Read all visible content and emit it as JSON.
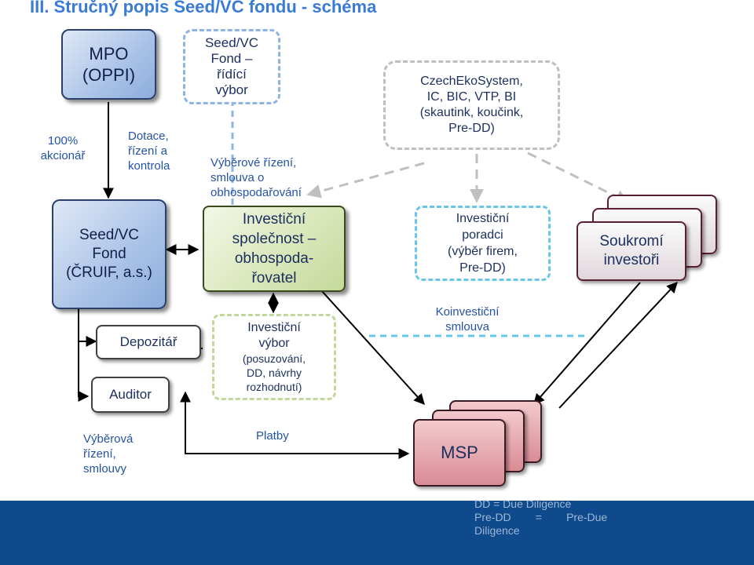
{
  "title": "III. Stručný popis Seed/VC fondu - schéma",
  "nodes": {
    "mpo": "MPO\n(OPPI)",
    "seed_fund_committee": "Seed/VC\nFond –\nřídící\nvýbor",
    "czech_eco": "CzechEkoSystem,\nIC, BIC, VTP, BI\n(skautink, koučink,\nPre-DD)",
    "seed_fund": "Seed/VC\nFond\n(ČRUIF, a.s.)",
    "management_company": "Investiční\nspolečnost –\nobhospoda-\nřovatel",
    "investment_advisors": "Investiční\nporadci\n(výběr firem,\nPre-DD)",
    "private_investors": "Soukromí\ninvestoři",
    "depository": "Depozitář",
    "auditor": "Auditor",
    "investment_committee_title": "Investiční\nvýbor",
    "investment_committee_sub": "(posuzování,\nDD, návrhy\nrozhodnutí)",
    "msp": "MSP"
  },
  "labels": {
    "shareholder": "100%\nakcionář",
    "subsidy": "Dotace,\nřízení a\nkontrola",
    "selection": "Výběrové řízení,\nsmlouva o\nobhospodařování",
    "coinvest": "Koinvestiční\nsmlouva",
    "tenders": "Výběrová\nřízení,\nsmlouvy",
    "payments": "Platby"
  },
  "footer": {
    "line1": "DD = Due Diligence",
    "line2": "Pre-DD        =        Pre-Due",
    "line3": "Diligence"
  },
  "colors": {
    "title": "#3a7bd5",
    "label_text": "#2453a6",
    "footer_band": "#0e4a8c"
  }
}
